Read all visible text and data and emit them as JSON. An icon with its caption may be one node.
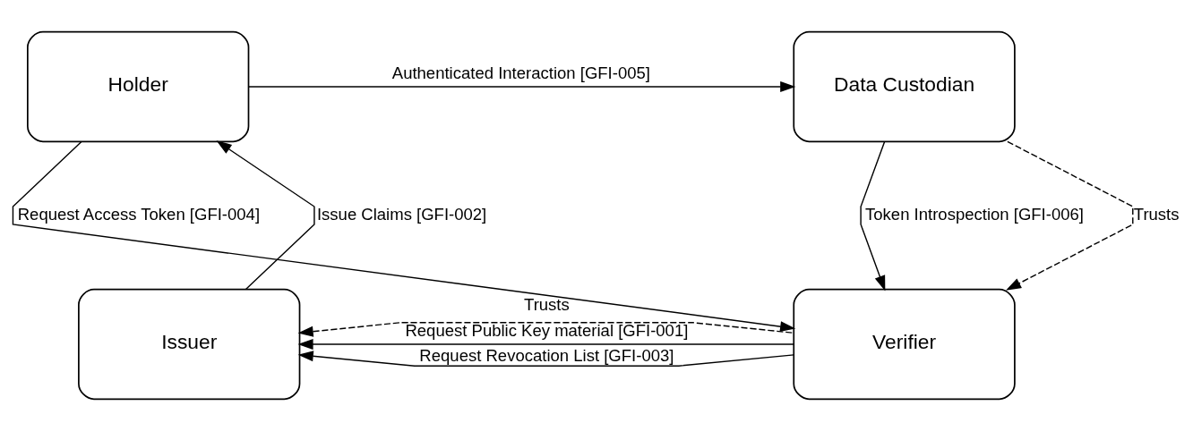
{
  "diagram": {
    "nodes": [
      {
        "text": [
          "Holder"
        ]
      },
      {
        "text": [
          "Data Custodian"
        ]
      },
      {
        "text": [
          "Issuer"
        ]
      },
      {
        "text": [
          "Verifier"
        ]
      }
    ],
    "edges": [
      {
        "from": 2,
        "to": 0,
        "arrow": "to",
        "label": "Issue Claims [GFI-002]"
      },
      {
        "from": 0,
        "to": 1,
        "arrow": "to",
        "label": "Authenticated Interaction [GFI-005]"
      },
      {
        "from": 0,
        "to": 3,
        "arrow": "to",
        "label": "Request Access Token [GFI-004]"
      },
      {
        "from": 3,
        "to": 2,
        "arrow": "to",
        "label": "Request Revocation List [GFI-003]"
      },
      {
        "from": 3,
        "to": 2,
        "arrow": "to",
        "label": "Request Public Key material [GFI-001]"
      },
      {
        "from": 1,
        "to": 3,
        "arrow": "to",
        "label": "Token Introspection [GFI-006]"
      },
      {
        "from": 1,
        "to": 3,
        "arrow": "to",
        "label": "Trusts",
        "style": "dashed"
      },
      {
        "from": 3,
        "to": 2,
        "arrow": "to",
        "label": "Trusts",
        "style": "dashed"
      }
    ]
  }
}
